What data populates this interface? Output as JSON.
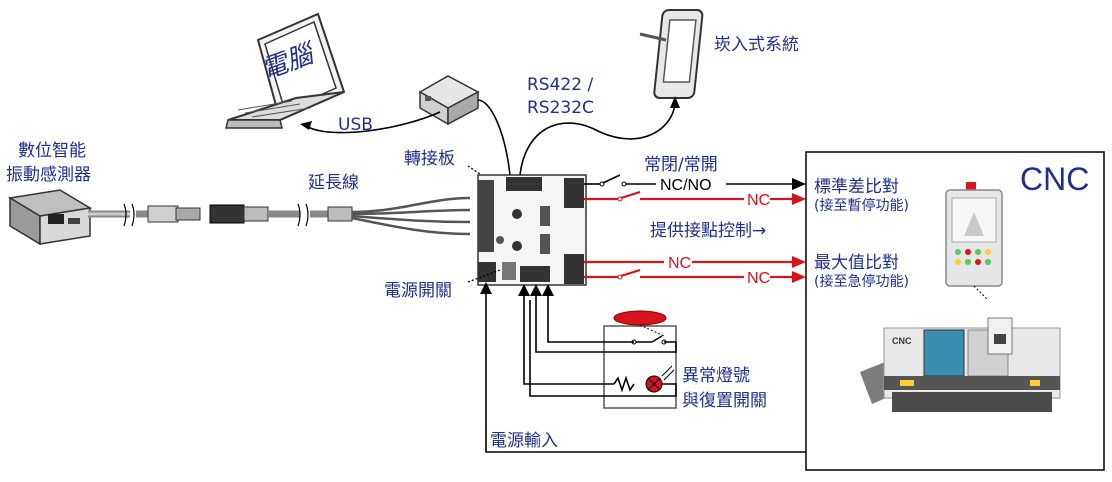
{
  "labels": {
    "computer_screen": "電腦",
    "usb": "USB",
    "rs": "RS422 /\nRS232C",
    "embedded": "崁入式系統",
    "sensor_line1": "數位智能",
    "sensor_line2": "振動感測器",
    "extension": "延長線",
    "adapter": "轉接板",
    "power_switch": "電源開關",
    "nc_no_top": "常閉/常開",
    "nc_no": "NC/NO",
    "nc": "NC",
    "contact_control": "提供接點控制→",
    "std_compare": "標準差比對",
    "std_note": "(接至暫停功能)",
    "max_compare": "最大值比對",
    "max_note": "(接至急停功能)",
    "cnc": "CNC",
    "machine_label": "CNC",
    "alarm_line1": "異常燈號",
    "alarm_line2": "與復置開關",
    "power_input": "電源輸入"
  },
  "colors": {
    "label_blue": "#1f2f8f",
    "wire_red": "#d6141c",
    "wire_black": "#000000"
  }
}
